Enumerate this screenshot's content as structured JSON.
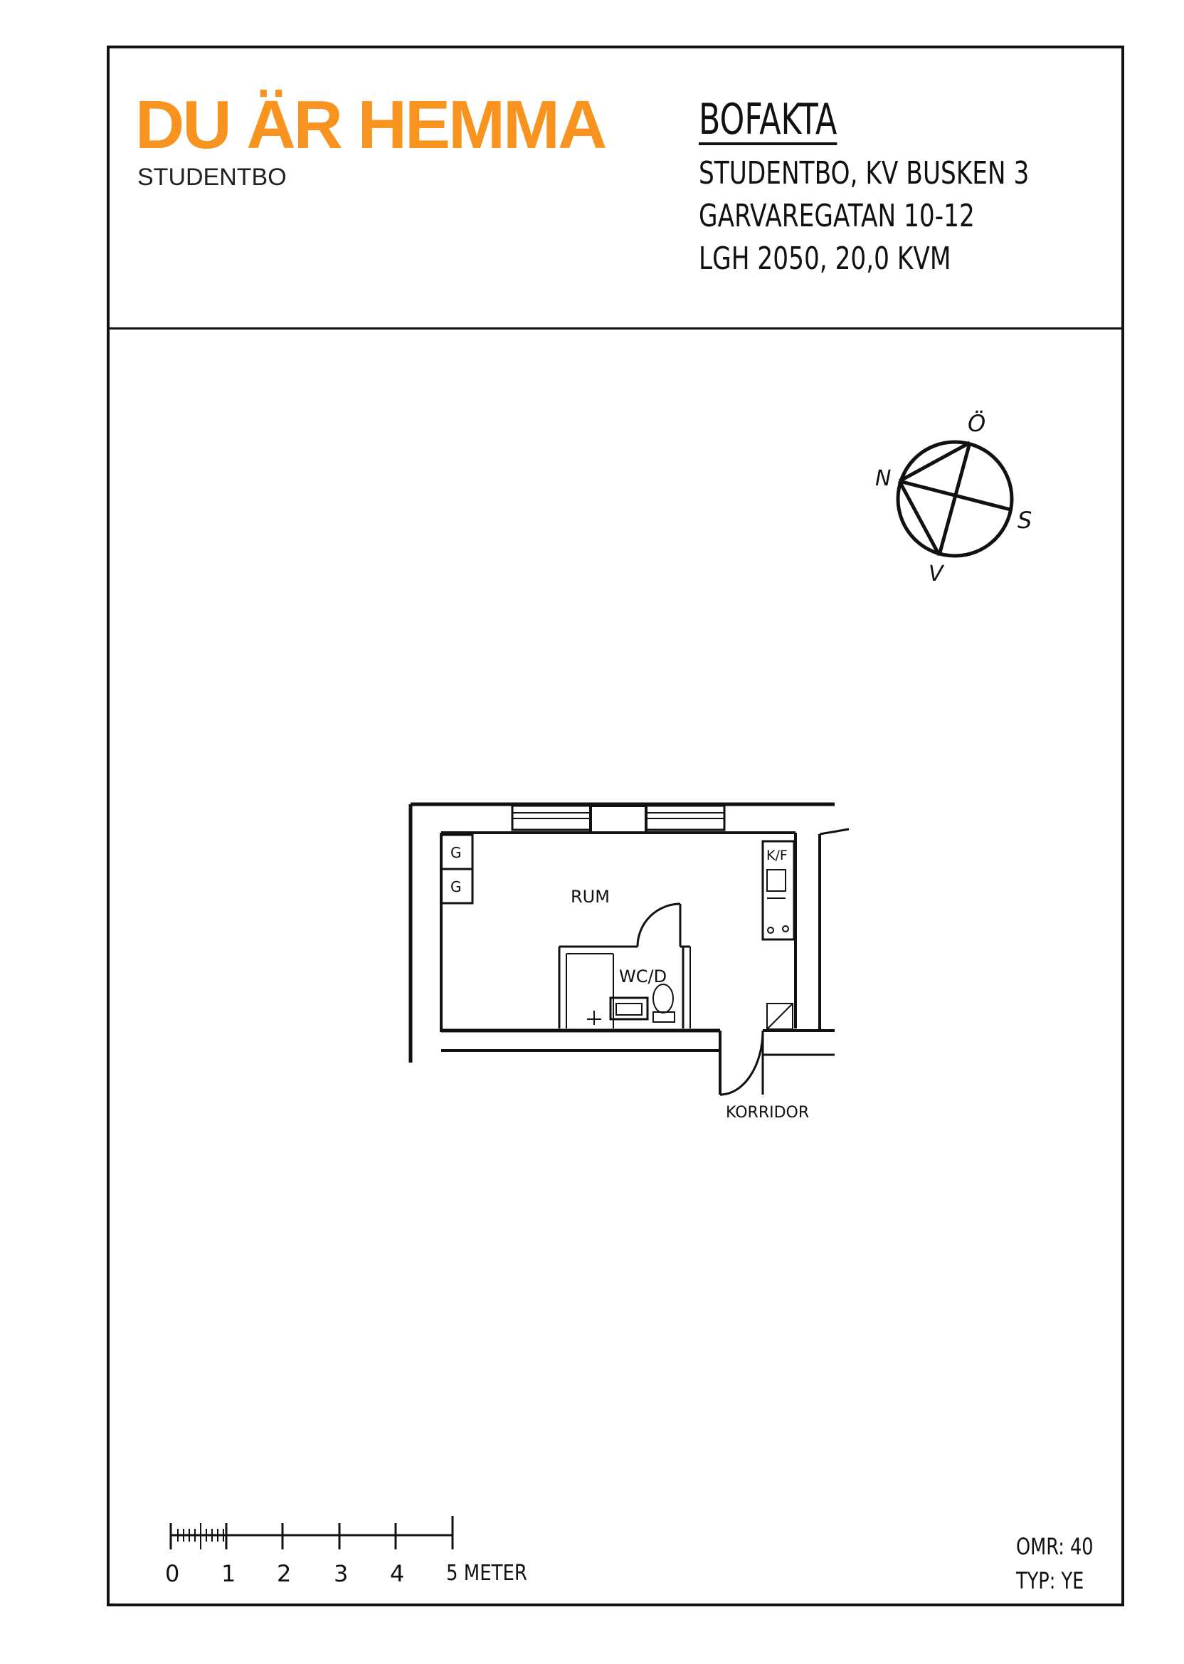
{
  "brand": {
    "title": "DU ÄR HEMMA",
    "subtitle": "STUDENTBO"
  },
  "info": {
    "heading": "BOFAKTA",
    "line1": "STUDENTBO, KV BUSKEN 3",
    "line2": "GARVAREGATAN 10-12",
    "line3": "LGH 2050, 20,0 KVM"
  },
  "compass": {
    "top": "Ö",
    "left": "N",
    "right": "S",
    "bottom": "V"
  },
  "rooms": {
    "rum": "RUM",
    "wc": "WC/D",
    "korridor": "KORRIDOR",
    "g1": "G",
    "g2": "G",
    "kf": "K/F"
  },
  "scale": {
    "labels": [
      "0",
      "1",
      "2",
      "3",
      "4",
      "5 METER"
    ]
  },
  "meta": {
    "omr": "OMR: 40",
    "typ": "TYP: YE"
  },
  "colors": {
    "brand": "#f7931e",
    "ink": "#111111"
  }
}
